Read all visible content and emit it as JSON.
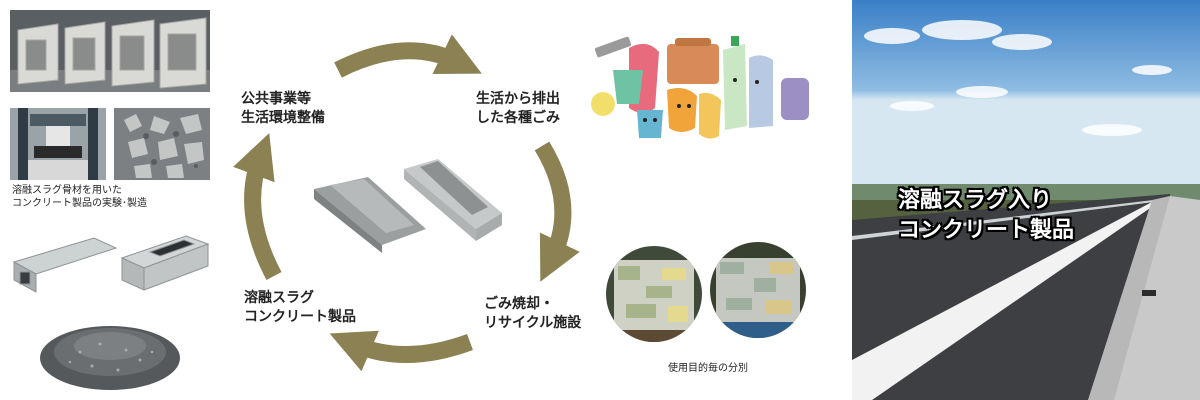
{
  "cycle": {
    "step_public_works": [
      "公共事業等",
      "生活環境整備"
    ],
    "step_household_waste": [
      "生活から排出",
      "した各種ごみ"
    ],
    "step_incineration": [
      "ごみ焼却・",
      "リサイクル施設"
    ],
    "step_slag_concrete": [
      "溶融スラグ",
      "コンクリート製品"
    ],
    "sorting_caption": "使用目的毎の分別"
  },
  "left_panel": {
    "experiment_caption": [
      "溶融スラグ骨材を用いた",
      "コンクリート製品の実験･製造"
    ]
  },
  "road_panel": {
    "title": [
      "溶融スラグ入り",
      "コンクリート製品"
    ]
  },
  "colors": {
    "arrow": "#8b8152",
    "sky_top": "#3a7fc7",
    "asphalt": "#3d3f42",
    "concrete": "#c9c9c9"
  }
}
